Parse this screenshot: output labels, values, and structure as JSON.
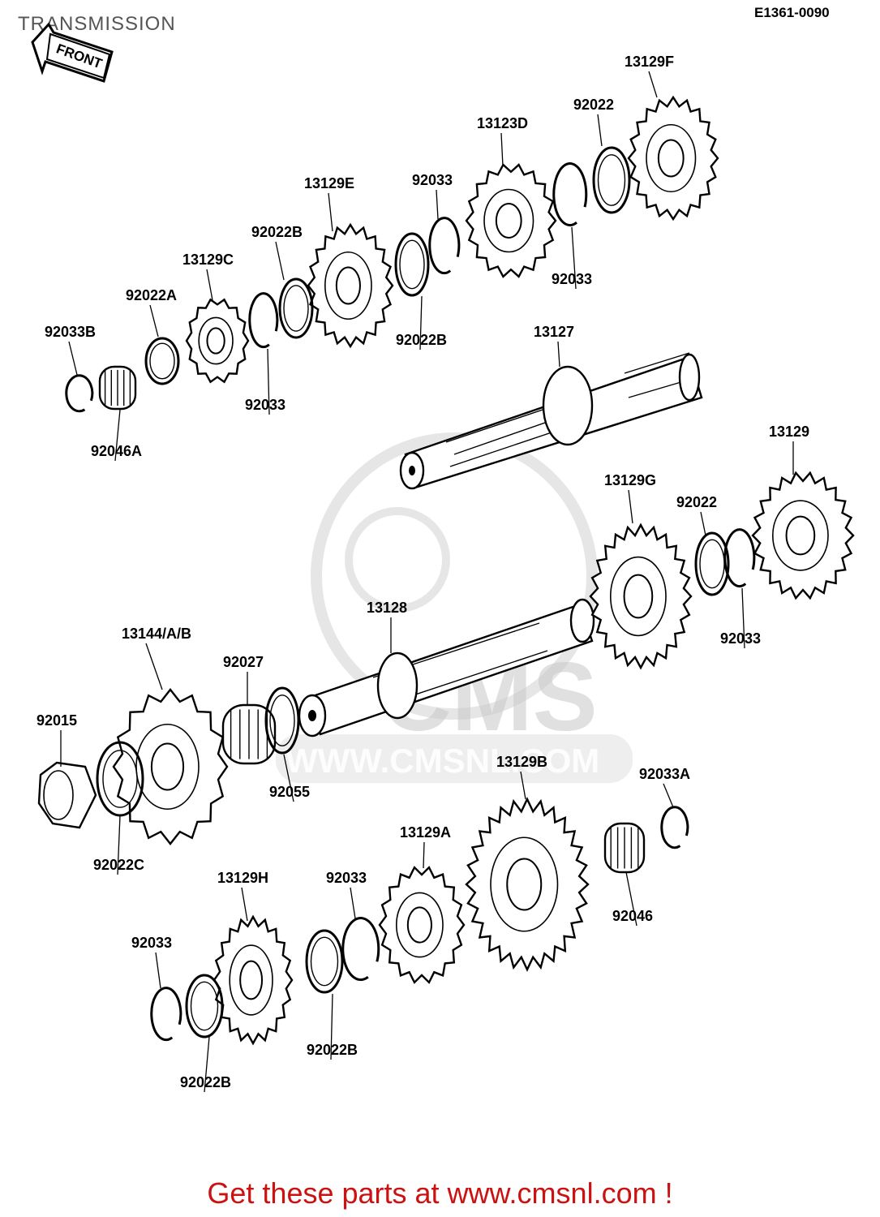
{
  "title": "TRANSMISSION",
  "diagram_code": "E1361-0090",
  "front_label": "FRONT",
  "watermark": {
    "brand": "CMS",
    "url": "WWW.CMSNL.COM"
  },
  "cta": "Get these parts at www.cmsnl.com !",
  "parts": [
    {
      "id": "13129F",
      "label": "13129F"
    },
    {
      "id": "92022-top",
      "label": "92022"
    },
    {
      "id": "13123D",
      "label": "13123D"
    },
    {
      "id": "92033-a",
      "label": "92033"
    },
    {
      "id": "13129E",
      "label": "13129E"
    },
    {
      "id": "92022B-a",
      "label": "92022B"
    },
    {
      "id": "13129C",
      "label": "13129C"
    },
    {
      "id": "92022A",
      "label": "92022A"
    },
    {
      "id": "92033B",
      "label": "92033B"
    },
    {
      "id": "92046A",
      "label": "92046A"
    },
    {
      "id": "92033-b",
      "label": "92033"
    },
    {
      "id": "92022B-b",
      "label": "92022B"
    },
    {
      "id": "92033-c",
      "label": "92033"
    },
    {
      "id": "13127",
      "label": "13127"
    },
    {
      "id": "13129",
      "label": "13129"
    },
    {
      "id": "13129G",
      "label": "13129G"
    },
    {
      "id": "92022-mid",
      "label": "92022"
    },
    {
      "id": "92033-d",
      "label": "92033"
    },
    {
      "id": "13128",
      "label": "13128"
    },
    {
      "id": "13144",
      "label": "13144/A/B"
    },
    {
      "id": "92027",
      "label": "92027"
    },
    {
      "id": "92015",
      "label": "92015"
    },
    {
      "id": "92055",
      "label": "92055"
    },
    {
      "id": "92022C",
      "label": "92022C"
    },
    {
      "id": "13129B",
      "label": "13129B"
    },
    {
      "id": "92033A",
      "label": "92033A"
    },
    {
      "id": "13129A",
      "label": "13129A"
    },
    {
      "id": "92046",
      "label": "92046"
    },
    {
      "id": "13129H",
      "label": "13129H"
    },
    {
      "id": "92033-e",
      "label": "92033"
    },
    {
      "id": "92033-f",
      "label": "92033"
    },
    {
      "id": "92022B-c",
      "label": "92022B"
    },
    {
      "id": "92022B-d",
      "label": "92022B"
    }
  ]
}
